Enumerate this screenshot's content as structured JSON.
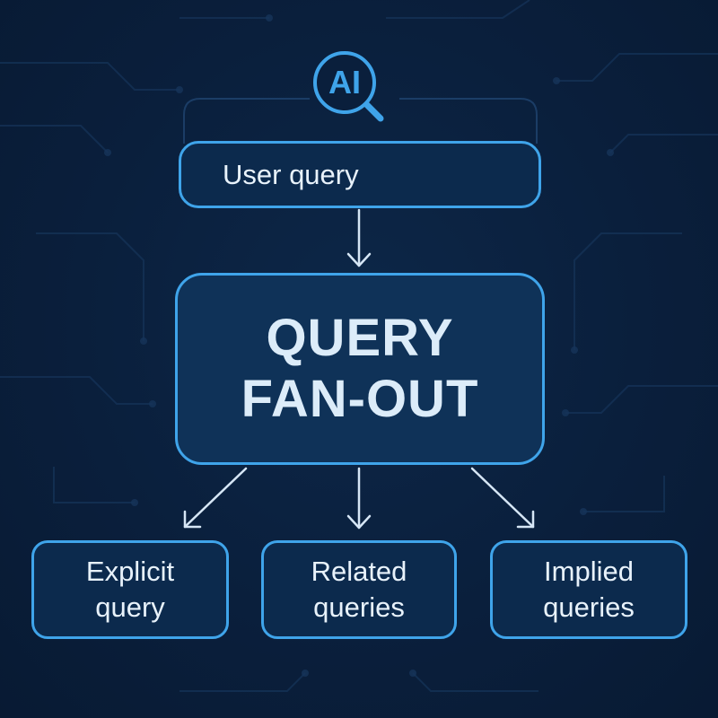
{
  "badge": {
    "label": "AI",
    "icon": "magnifier-icon"
  },
  "nodes": {
    "user_query": "User query",
    "fan_out": {
      "line1": "QUERY",
      "line2": "FAN-OUT"
    },
    "explicit": {
      "line1": "Explicit",
      "line2": "query"
    },
    "related": {
      "line1": "Related",
      "line2": "queries"
    },
    "implied": {
      "line1": "Implied",
      "line2": "queries"
    }
  },
  "colors": {
    "background": "#0a1f3c",
    "accent": "#3fa4ea",
    "box_fill": "#0c2a4d",
    "text": "#e8f2fb"
  }
}
